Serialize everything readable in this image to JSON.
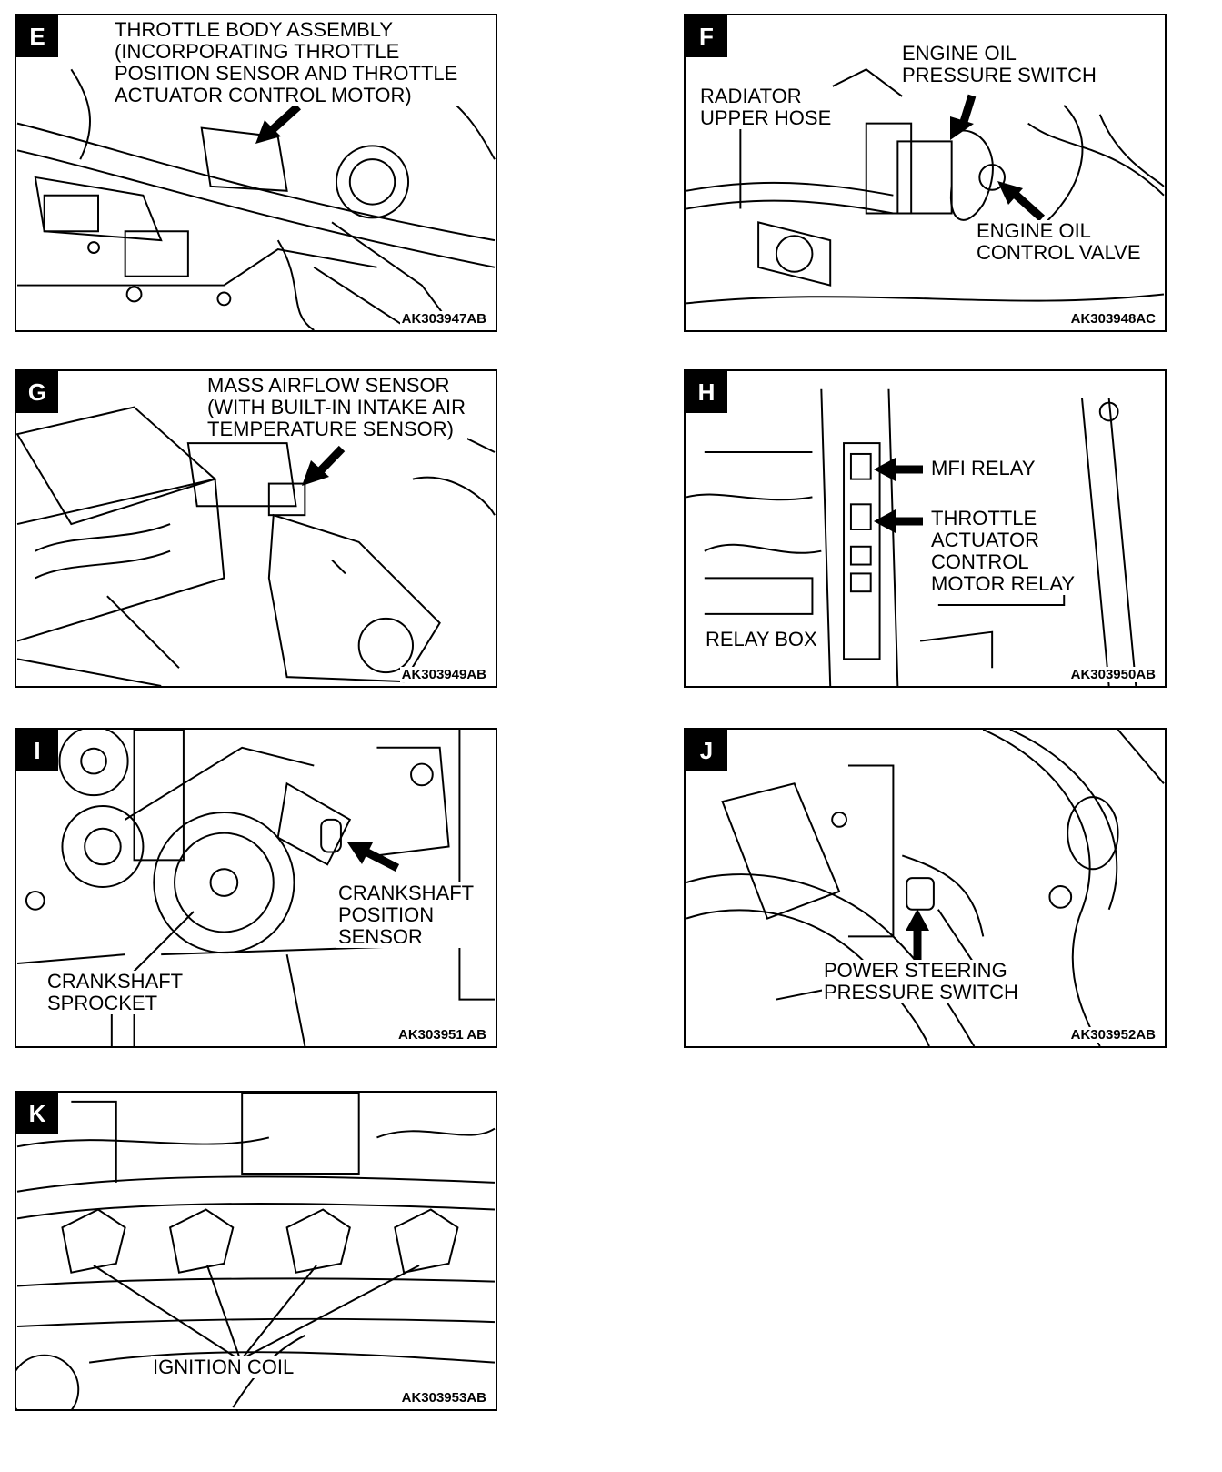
{
  "panels": {
    "E": {
      "letter": "E",
      "code": "AK303947AB",
      "label_lines": [
        "THROTTLE BODY ASSEMBLY",
        "(INCORPORATING THROTTLE",
        "POSITION SENSOR AND THROTTLE",
        "ACTUATOR CONTROL MOTOR)"
      ]
    },
    "F": {
      "letter": "F",
      "code": "AK303948AC",
      "oil_pressure_lines": [
        "ENGINE OIL",
        "PRESSURE SWITCH"
      ],
      "hose_lines": [
        "RADIATOR",
        "UPPER HOSE"
      ],
      "oil_valve_lines": [
        "ENGINE OIL",
        "CONTROL VALVE"
      ]
    },
    "G": {
      "letter": "G",
      "code": "AK303949AB",
      "label_lines": [
        "MASS AIRFLOW SENSOR",
        "(WITH BUILT-IN INTAKE AIR",
        "TEMPERATURE SENSOR)"
      ]
    },
    "H": {
      "letter": "H",
      "code": "AK303950AB",
      "mfi_relay": "MFI RELAY",
      "throttle_relay_lines": [
        "THROTTLE",
        "ACTUATOR",
        "CONTROL",
        "MOTOR RELAY"
      ],
      "relay_box": "RELAY BOX"
    },
    "I": {
      "letter": "I",
      "code": "AK303951 AB",
      "sensor_lines": [
        "CRANKSHAFT",
        "POSITION",
        "SENSOR"
      ],
      "sprocket_lines": [
        "CRANKSHAFT",
        "SPROCKET"
      ]
    },
    "J": {
      "letter": "J",
      "code": "AK303952AB",
      "label_lines": [
        "POWER STEERING",
        "PRESSURE SWITCH"
      ]
    },
    "K": {
      "letter": "K",
      "code": "AK303953AB",
      "label": "IGNITION COIL"
    }
  }
}
